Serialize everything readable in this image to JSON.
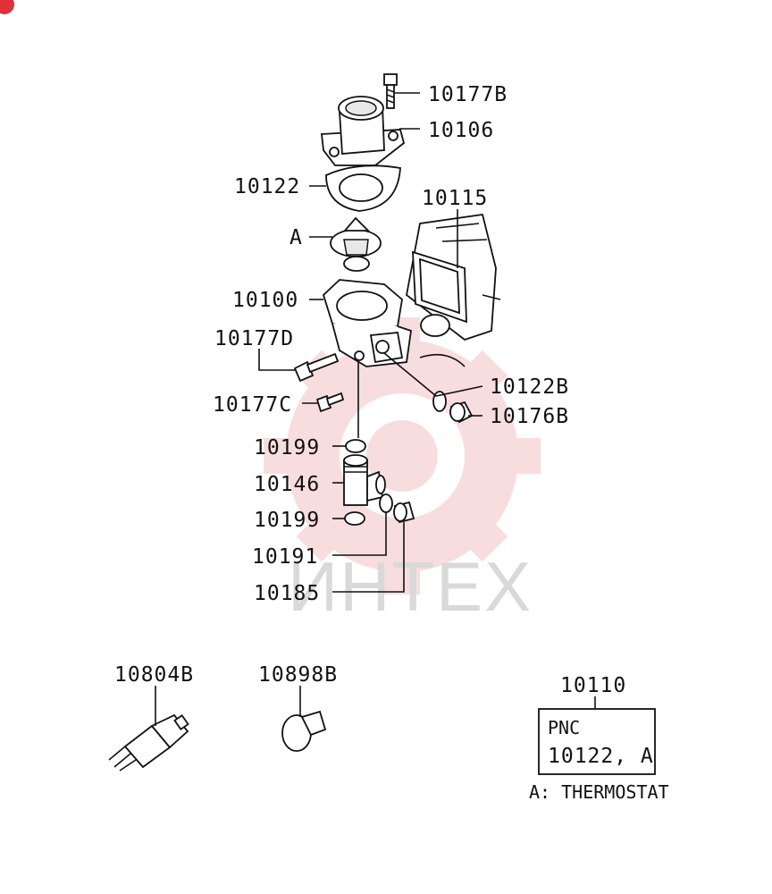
{
  "callouts": {
    "c10177B": "10177B",
    "c10106": "10106",
    "c10122": "10122",
    "c10115": "10115",
    "cA": "A",
    "c10100": "10100",
    "c10177D": "10177D",
    "c10122B": "10122B",
    "c10177C": "10177C",
    "c10176B": "10176B",
    "c10199a": "10199",
    "c10146": "10146",
    "c10199b": "10199",
    "c10191": "10191",
    "c10185": "10185",
    "c10804B": "10804B",
    "c10898B": "10898B",
    "c10110": "10110"
  },
  "pnc_box": {
    "line1": "PNC",
    "line2": "10122, A"
  },
  "legend": "A: THERMOSTAT",
  "watermark": {
    "text": "ИНТЕХ",
    "color": "#f3c7c9"
  }
}
